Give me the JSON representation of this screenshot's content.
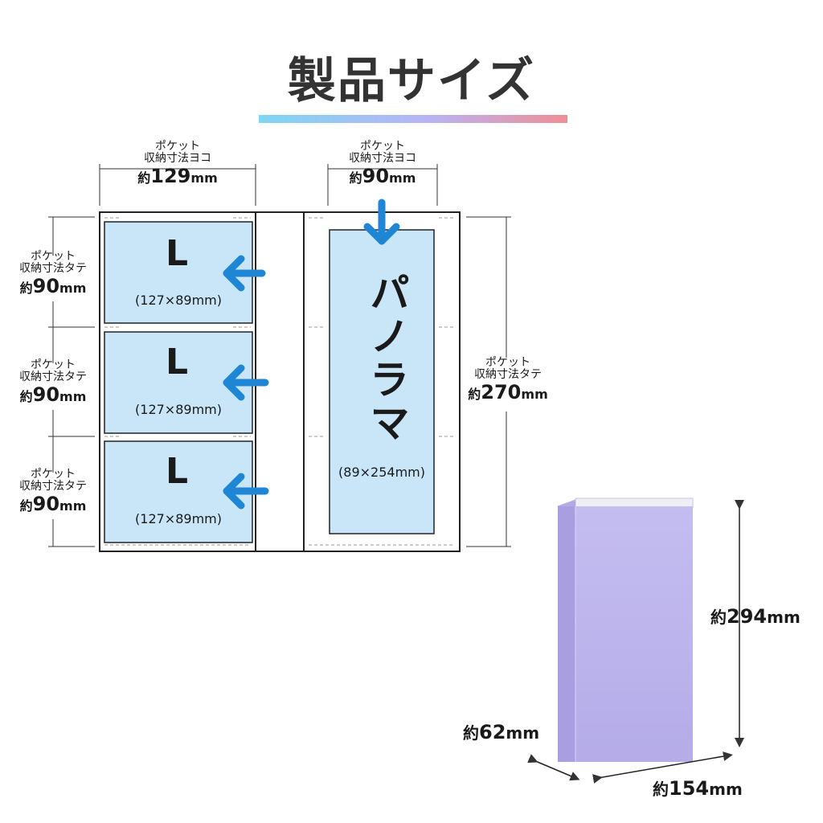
{
  "title": "製品サイズ",
  "pocket_caption": "ポケット",
  "width_caption": "収納寸法ヨコ",
  "height_caption": "収納寸法タテ",
  "approx": "約",
  "unit": "mm",
  "left_width": "129",
  "right_width": "90",
  "l_height": "90",
  "pano_height": "270",
  "l_pockets": [
    {
      "label": "L",
      "dims": "(127×89mm)"
    },
    {
      "label": "L",
      "dims": "(127×89mm)"
    },
    {
      "label": "L",
      "dims": "(127×89mm)"
    }
  ],
  "panorama": {
    "label": "パノラマ",
    "dims": "(89×254mm)"
  },
  "album": {
    "height": "294",
    "depth": "62",
    "width": "154"
  },
  "colors": {
    "pocket_fill": "#c8e6f8",
    "arrow": "#1f86d6",
    "album": "#bfb8ec"
  }
}
